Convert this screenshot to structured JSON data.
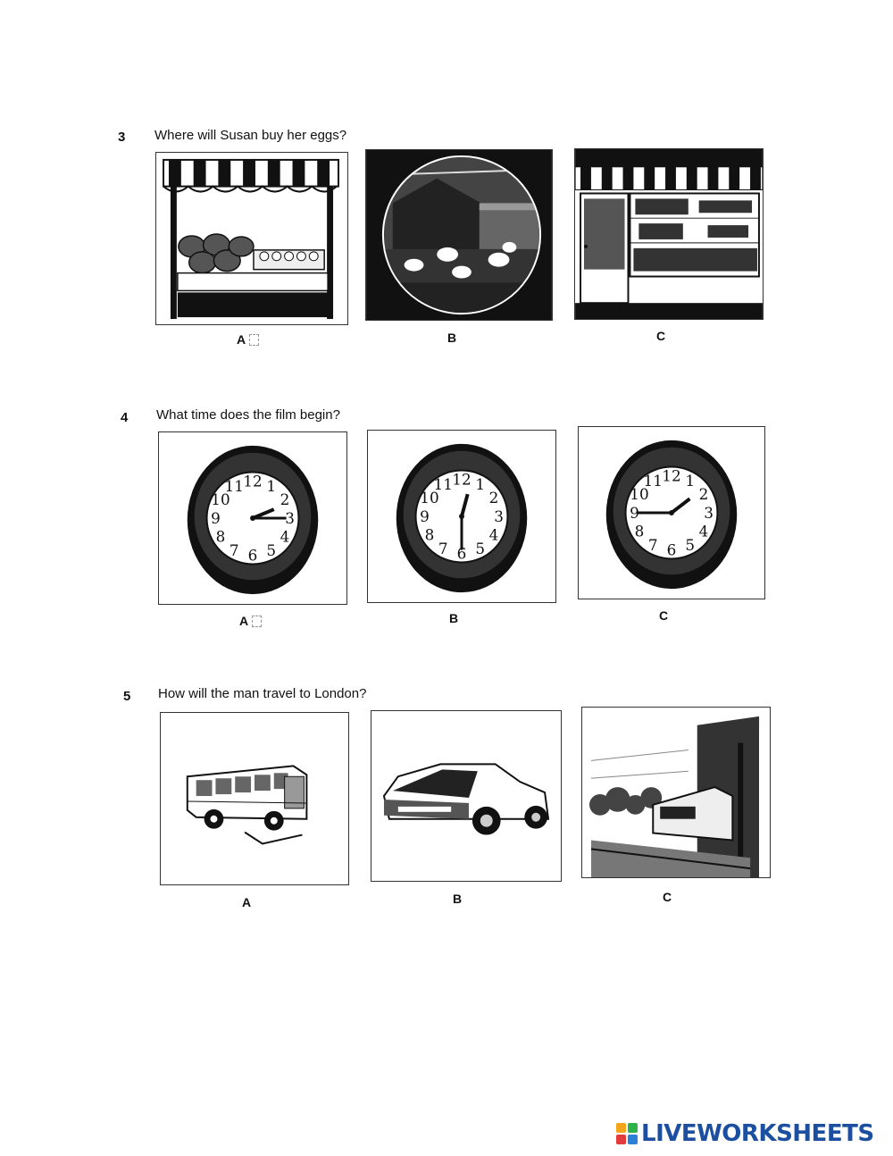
{
  "questions": [
    {
      "number": "3",
      "text": "Where will Susan buy her eggs?",
      "options": [
        {
          "letter": "A",
          "icon": "market-stall-icon"
        },
        {
          "letter": "B",
          "icon": "farm-chickens-icon"
        },
        {
          "letter": "C",
          "icon": "shop-front-icon"
        }
      ]
    },
    {
      "number": "4",
      "text": "What time does the film begin?",
      "options": [
        {
          "letter": "A",
          "icon": "clock-icon"
        },
        {
          "letter": "B",
          "icon": "clock-icon"
        },
        {
          "letter": "C",
          "icon": "clock-icon"
        }
      ]
    },
    {
      "number": "5",
      "text": "How will the man travel to London?",
      "options": [
        {
          "letter": "A",
          "icon": "bus-icon"
        },
        {
          "letter": "B",
          "icon": "car-icon"
        },
        {
          "letter": "C",
          "icon": "train-icon"
        }
      ]
    }
  ],
  "clock_faces": {
    "numerals": [
      "12",
      "1",
      "2",
      "3",
      "4",
      "5",
      "6",
      "7",
      "8",
      "9",
      "10",
      "11"
    ],
    "times": [
      "2:15",
      "12:30",
      "1:45"
    ]
  },
  "footer": {
    "logo_text": "LIVEWORKSHEETS",
    "logo_colors": [
      "#f4a51c",
      "#2db24a",
      "#e23b3b",
      "#2a7fd6"
    ]
  }
}
